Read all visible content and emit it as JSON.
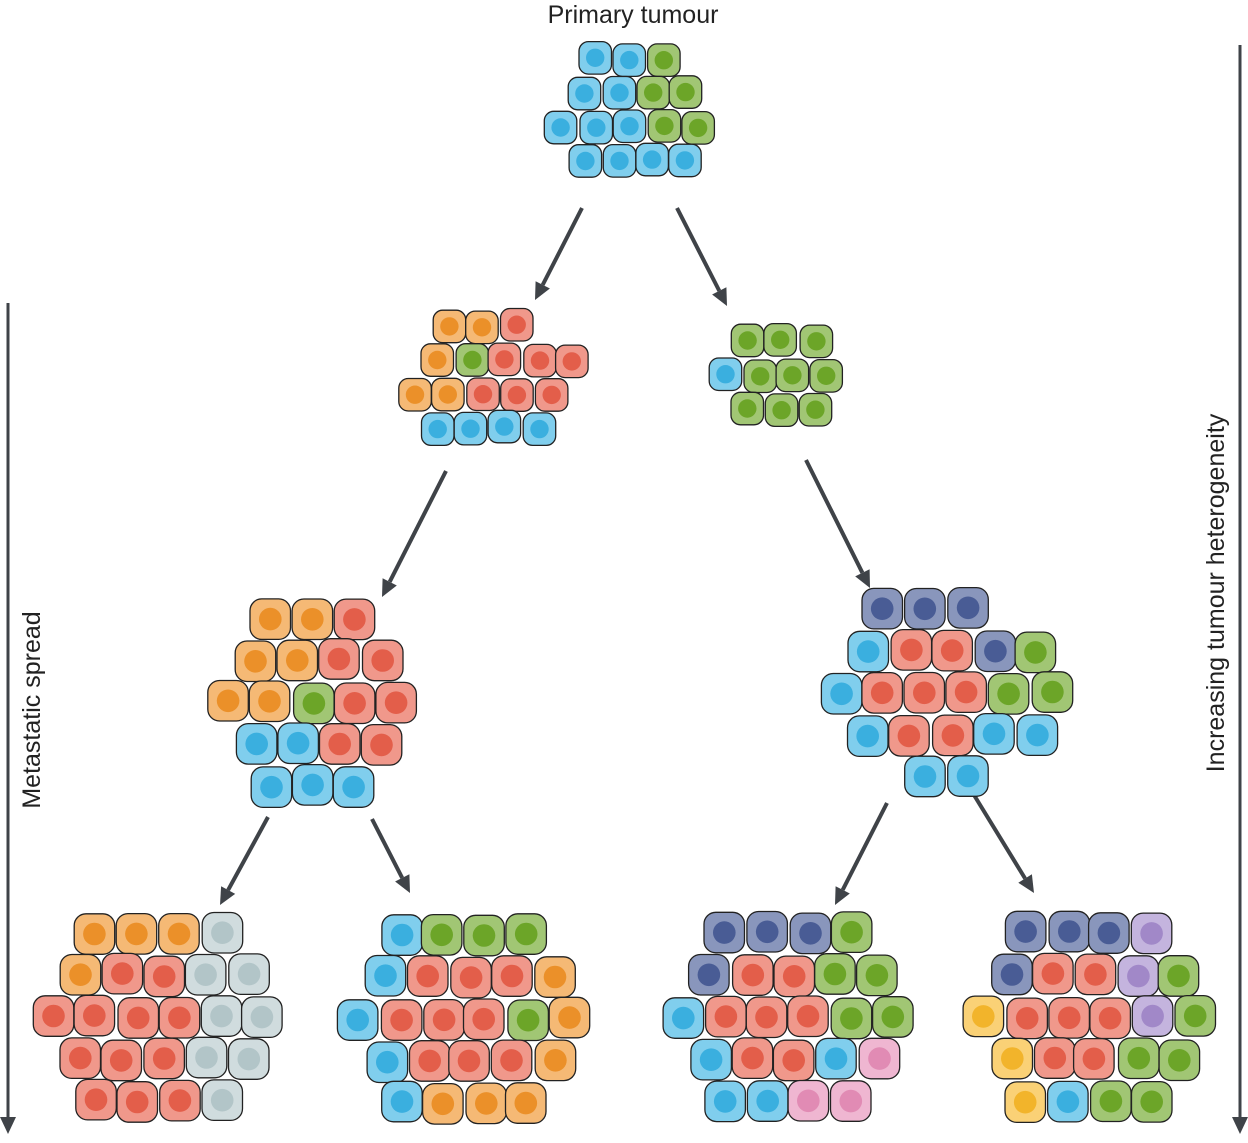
{
  "title": "Primary tumour",
  "left_axis": {
    "label": "Metastatic spread",
    "arrow": "down"
  },
  "right_axis": {
    "label": "Increasing tumour heterogeneity",
    "arrow": "down"
  },
  "colors": {
    "blue": "#3bb3e4",
    "green": "#6ea829",
    "orange": "#f0932a",
    "red": "#e8604c",
    "grey": "#b6c9cc",
    "navy": "#4a5e98",
    "pink": "#e68eb8",
    "purple": "#a48bcc",
    "yellow": "#f7b82c",
    "outline": "#222222",
    "arrow": "#3f4348"
  },
  "tumours": [
    {
      "id": "primary",
      "level": 0,
      "clones": [
        "blue",
        "green"
      ]
    },
    {
      "id": "gen1-left",
      "level": 1,
      "clones": [
        "orange",
        "green",
        "red",
        "blue"
      ]
    },
    {
      "id": "gen1-right",
      "level": 1,
      "clones": [
        "blue",
        "green"
      ]
    },
    {
      "id": "gen2-left",
      "level": 2,
      "clones": [
        "orange",
        "green",
        "red",
        "blue"
      ]
    },
    {
      "id": "gen2-right",
      "level": 2,
      "clones": [
        "navy",
        "blue",
        "green",
        "red"
      ]
    },
    {
      "id": "gen3-1",
      "level": 3,
      "clones": [
        "orange",
        "grey",
        "red"
      ]
    },
    {
      "id": "gen3-2",
      "level": 3,
      "clones": [
        "blue",
        "green",
        "red",
        "orange"
      ]
    },
    {
      "id": "gen3-3",
      "level": 3,
      "clones": [
        "navy",
        "green",
        "red",
        "blue",
        "pink"
      ]
    },
    {
      "id": "gen3-4",
      "level": 3,
      "clones": [
        "navy",
        "purple",
        "yellow",
        "red",
        "green",
        "blue"
      ]
    }
  ]
}
